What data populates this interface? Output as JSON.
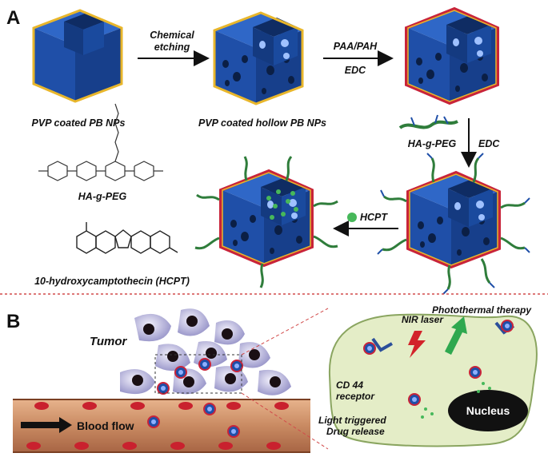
{
  "panel_a": {
    "letter": "A",
    "step1_label": "PVP coated PB NPs",
    "step2_label": "PVP coated hollow PB NPs",
    "arrow1_line1": "Chemical",
    "arrow1_line2": "etching",
    "arrow2_line1": "PAA/PAH",
    "arrow2_line2": "EDC",
    "polymer_label": "HA-g-PEG",
    "arrow3_label": "EDC",
    "structure1_label": "HA-g-PEG",
    "drug_arrow_label": "HCPT",
    "structure2_label": "10-hydroxycamptothecin (HCPT)"
  },
  "panel_b": {
    "letter": "B",
    "tumor_label": "Tumor",
    "blood_flow_label": "Blood flow",
    "nir_label": "NIR laser",
    "therapy_label": "Photothermal therapy",
    "cd44_line1": "CD 44",
    "cd44_line2": "receptor",
    "release_line1": "Light triggered",
    "release_line2": "Drug release",
    "nucleus_label": "Nucleus"
  },
  "colors": {
    "cube_face": "#1f4fa8",
    "cube_top": "#2f67c7",
    "cube_dark": "#123574",
    "edge_yellow": "#e8b62b",
    "edge_red": "#c8243a",
    "peg_green": "#2f7d3b",
    "cell_green": "#e4edc7",
    "vessel": "#c98a62",
    "rbc": "#c9212e",
    "divider": "#d24a4a"
  }
}
